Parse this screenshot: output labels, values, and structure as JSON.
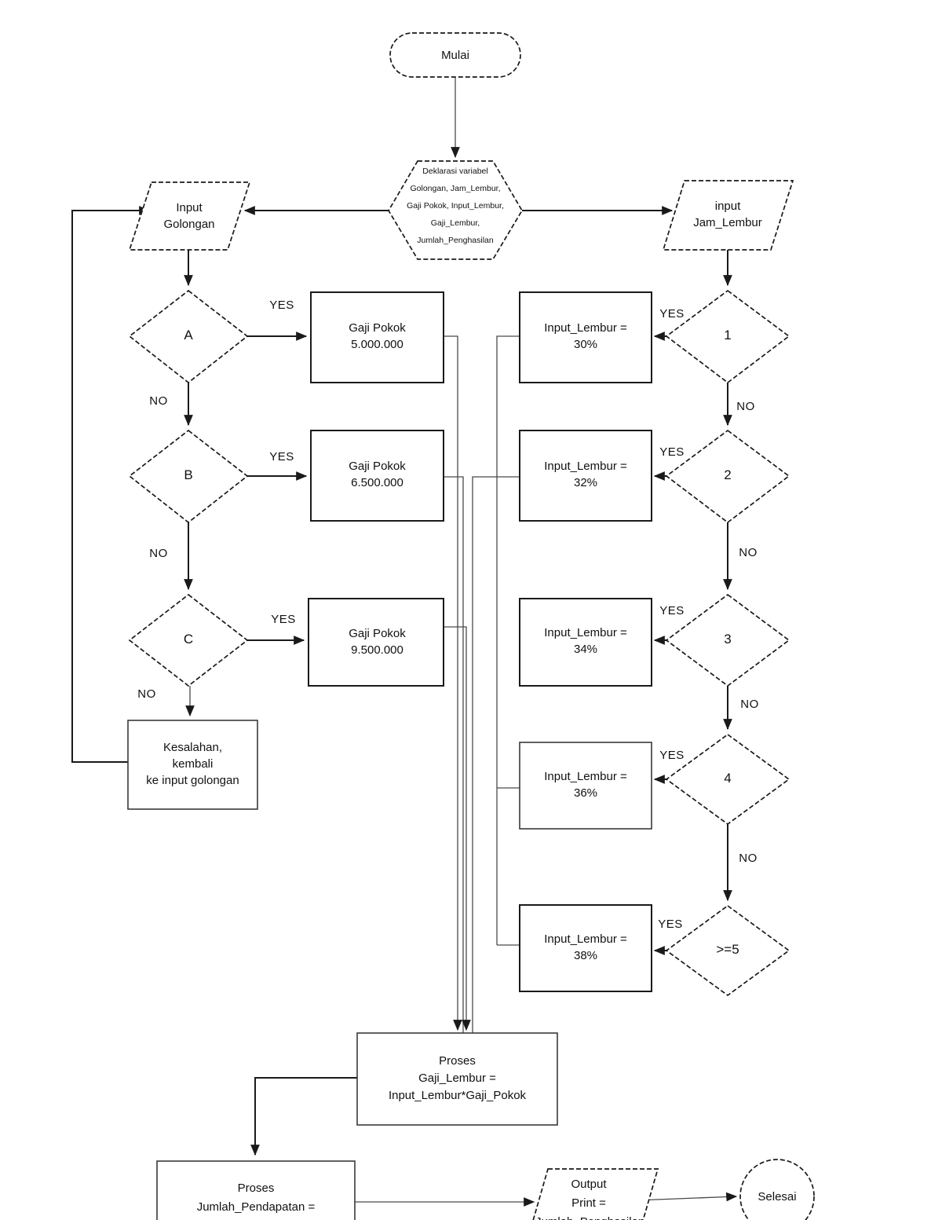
{
  "colors": {
    "ink": "#1a1a1a",
    "background": "#ffffff"
  },
  "labels": {
    "yes": "YES",
    "no": "NO"
  },
  "nodes": {
    "start": "Mulai",
    "declaration": "Deklarasi variabel\nGolongan, Jam_Lembur,\nGaji Pokok, Input_Lembur,\nGaji_Lembur,\nJumlah_Penghasilan",
    "input_golongan": "Input\nGolongan",
    "input_jam_lembur": "input\nJam_Lembur",
    "decision_a": "A",
    "decision_b": "B",
    "decision_c": "C",
    "gaji_pokok_a": "Gaji Pokok\n5.000.000",
    "gaji_pokok_b": "Gaji Pokok\n6.500.000",
    "gaji_pokok_c": "Gaji Pokok\n9.500.000",
    "error": "Kesalahan,\nkembali\nke input golongan",
    "decision_1": "1",
    "decision_2": "2",
    "decision_3": "3",
    "decision_4": "4",
    "decision_5": ">=5",
    "lembur_30": "Input_Lembur =\n30%",
    "lembur_32": "Input_Lembur =\n32%",
    "lembur_34": "Input_Lembur =\n34%",
    "lembur_36": "Input_Lembur =\n36%",
    "lembur_38": "Input_Lembur =\n38%",
    "proses_gaji_lembur": "Proses\nGaji_Lembur =\nInput_Lembur*Gaji_Pokok",
    "proses_jumlah_pendapatan": "Proses\nJumlah_Pendapatan =\nGaji_Pokok + Gaji_Lembur",
    "output": "Output\nPrint =\nJumlah_Penghasilan",
    "end": "Selesai"
  }
}
